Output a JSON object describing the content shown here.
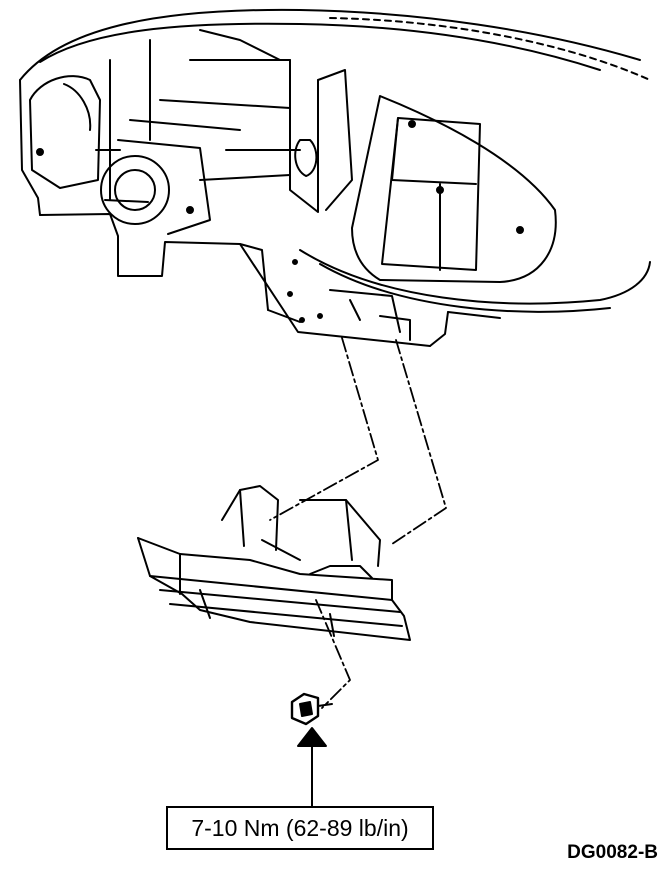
{
  "diagram": {
    "torque_label": "7-10 Nm (62-89 lb/in)",
    "figure_id": "DG0082-B",
    "parts": [
      "instrument-panel",
      "steering-column-opening",
      "glove-box-opening",
      "lower-trim-panel",
      "fastener"
    ],
    "colors": {
      "line": "#000000",
      "background": "#ffffff"
    }
  }
}
